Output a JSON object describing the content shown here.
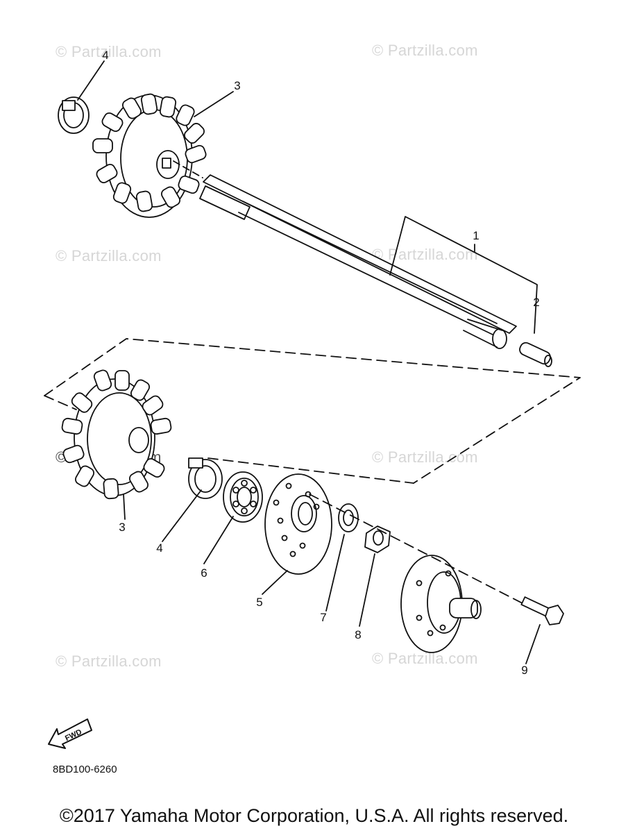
{
  "watermark": "© Partzilla.com",
  "callouts": [
    {
      "id": "c1",
      "text": "1"
    },
    {
      "id": "c2",
      "text": "2"
    },
    {
      "id": "c3a",
      "text": "3"
    },
    {
      "id": "c3b",
      "text": "3"
    },
    {
      "id": "c4a",
      "text": "4"
    },
    {
      "id": "c4b",
      "text": "4"
    },
    {
      "id": "c5",
      "text": "5"
    },
    {
      "id": "c6",
      "text": "6"
    },
    {
      "id": "c7",
      "text": "7"
    },
    {
      "id": "c8",
      "text": "8"
    },
    {
      "id": "c9",
      "text": "9"
    }
  ],
  "fwd_label": "FWD",
  "diagram_code": "8BD100-6260",
  "copyright": "©2017  Yamaha Motor Corporation, U.S.A. All rights reserved."
}
